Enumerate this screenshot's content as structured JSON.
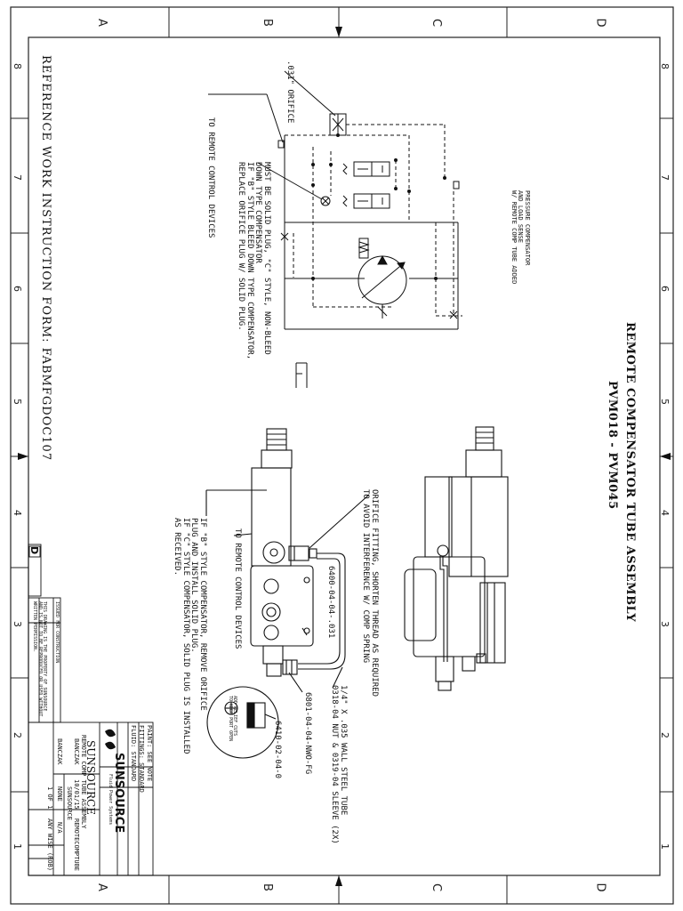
{
  "zone_letters": [
    "A",
    "B",
    "C",
    "D"
  ],
  "zone_numbers": [
    "1",
    "2",
    "3",
    "4",
    "5",
    "6",
    "7",
    "8"
  ],
  "title": {
    "line1": "REMOTE COMPENSATOR TUBE ASSEMBLY",
    "line2": "PVM018 - PVM045"
  },
  "reference": "REFERENCE WORK INSTRUCTION FORM: FABMFGDOC107",
  "schematic": {
    "orifice_label": ".031\" ORIFICE",
    "remote_label": "TO REMOTE CONTROL DEVICES",
    "pressure_note": [
      "PRESSURE COMPENSATOR",
      "AND LOAD SENSE",
      "W/ REMOTE COMP TUBE ADDED"
    ],
    "plug_note": [
      "MUST BE SOLID PLUG, \"C\" STYLE, NON-BLEED",
      "DOWN TYPE COMPENSATOR",
      "IF \"B\" STYLE BLEED DOWN TYPE COMPENSATOR,",
      "REPLACE ORIFICE PLUG W/ SOLID PLUG."
    ]
  },
  "assembly_notes": {
    "orifice_fitting": [
      "ORIFICE FITTING, SHORTEN THREAD AS REQUIRED",
      "TO AVOID INTERFERENCE W/ COMP SPRING"
    ],
    "part_6400": "6400-04-04-.031",
    "tube": [
      "1/4\" X .035 WALL STEEL TUBE",
      "0318-04 NUT & 0319-04 SLEEVE (2X)"
    ],
    "part_6801": "6801-04-04-NWO-FG",
    "part_6410": "6410-02-04-0",
    "relief_cuts": [
      "ADD RELIEF CUTS",
      "TO KEEP PORT OPEN"
    ],
    "remote_devices": "TO REMOTE CONTROL DEVICES",
    "b_style_note": [
      "IF \"B\" STYLE COMPENSATOR, REMOVE ORIFICE",
      "PLUG AND INSTALL SOLID PLUG.",
      "IF \"C\" STYLE COMPENSATOR, SOLID PLUG IS INSTALLED",
      "AS RECEIVED."
    ]
  },
  "title_block": {
    "company": "SUNSOURCE",
    "logo": "SUNSOURCE",
    "logo_tagline": "Fluid Power Systems",
    "title_text": "REMOTE COMP TUBE ASSEMBLY",
    "paint_label": "PAINT:",
    "paint_value": "SEE NOTE",
    "fittings_label": "FITTINGS:",
    "fittings_value": "STANDARD",
    "fluid_label": "FLUID:",
    "fluid_value": "STANDARD",
    "drawn_by": "BANCZAK",
    "checked_by": "BANCZAK",
    "date": "10/01/15",
    "scale": "NONE",
    "sheet": "1 OF 1",
    "dwg_no": "REMOTECOMPTUBE",
    "rev": "N/A",
    "drawing_size": "ANY WISE (ROB)",
    "customer": "SUNSOURCE",
    "rev_entry": "ISSUED FOR CONSTRUCTION",
    "disclaimer": "THIS DRAWING IS THE PROPERTY OF SUNSOURCE AND IS NOT TO BE REPRODUCED OR USED WITHOUT WRITTEN PERMISSION."
  },
  "badge_letter": "D"
}
